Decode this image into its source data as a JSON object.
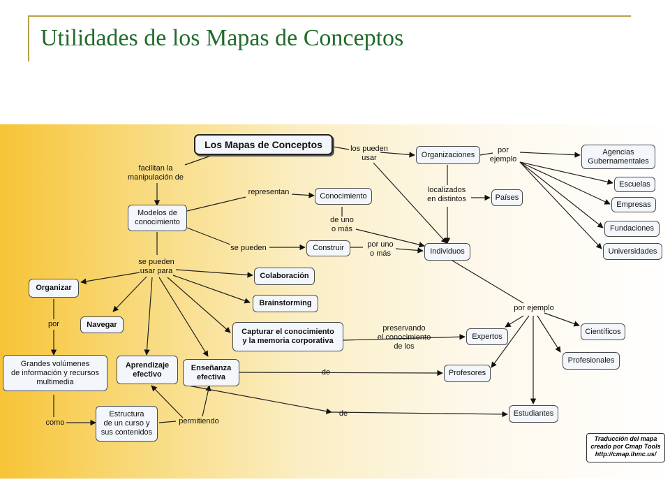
{
  "slide": {
    "title": "Utilidades de los Mapas de Conceptos"
  },
  "concepts": {
    "root": "Los Mapas de Conceptos",
    "modelos": "Modelos de\nconocimiento",
    "conocimiento": "Conocimiento",
    "construir": "Construir",
    "organizaciones": "Organizaciones",
    "paises": "Países",
    "individuos": "Individuos",
    "agencias": "Agencias\nGubernamentales",
    "escuelas": "Escuelas",
    "empresas": "Empresas",
    "fundaciones": "Fundaciones",
    "universidades": "Universidades",
    "organizar": "Organizar",
    "navegar": "Navegar",
    "colaboracion": "Colaboración",
    "brainstorming": "Brainstorming",
    "capturar": "Capturar el conocimiento\ny la memoria corporativa",
    "grandes": "Grandes volúmenes\nde información y recursos\nmultimedia",
    "aprendizaje": "Aprendizaje\nefectivo",
    "ensenanza": "Enseñanza\nefectiva",
    "estructura": "Estructura\nde un curso y\nsus contenidos",
    "expertos": "Expertos",
    "profesores": "Profesores",
    "estudiantes": "Estudiantes",
    "cientificos": "Científicos",
    "profesionales": "Profesionales"
  },
  "links": {
    "facilitan": "facilitan la\nmanipulación de",
    "lospueden": "los pueden\nusar",
    "porejemplo1": "por\nejemplo",
    "representan": "representan",
    "localizados": "localizados\nen distintos",
    "deuno": "de uno\no más",
    "sepueden": "se pueden",
    "poruno": "por uno\no más",
    "sepuedenusar": "se pueden\nusar para",
    "porejemplo2": "por ejemplo",
    "por": "por",
    "preservando": "preservando\nel conocimiento\nde los",
    "de1": "de",
    "de2": "de",
    "como": "como",
    "permitiendo": "permitiendo"
  },
  "credit": "Traducción del mapa\ncreado por Cmap Tools\nhttp://cmap.ihmc.us/",
  "colors": {
    "title": "#1f6b2c",
    "rule": "#b8a04a",
    "bg_left": "#f7c437",
    "node_fill": "#f3f6fa"
  }
}
